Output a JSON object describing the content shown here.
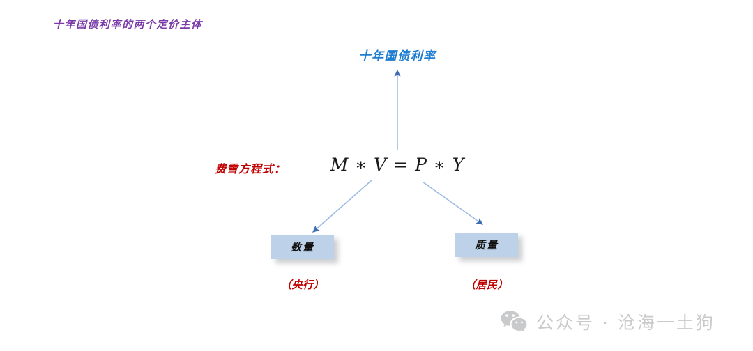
{
  "slide": {
    "title": "十年国债利率的两个定价主体",
    "title_color": "#7a3aa8",
    "background": "#ffffff"
  },
  "diagram": {
    "top_node": {
      "label": "十年国债利率",
      "color": "#1f7ed0"
    },
    "equation": {
      "caption": "费雪方程式：",
      "caption_color": "#c00000",
      "formula": "M ∗ V = P ∗ Y"
    },
    "boxes": [
      {
        "label": "数量",
        "sub_label": "（央行）",
        "fill": "#bdd2e8",
        "sub_label_color": "#c00000"
      },
      {
        "label": "质量",
        "sub_label": "（居民）",
        "fill": "#bdd2e8",
        "sub_label_color": "#c00000"
      }
    ],
    "arrows": {
      "color": "#5b8fd4",
      "up_arrow_name": "arrow-equation-to-rate",
      "left_arrow_name": "arrow-equation-to-quantity",
      "right_arrow_name": "arrow-equation-to-quality"
    }
  },
  "watermark": {
    "icon": "wechat-icon",
    "text": "公众号 · 沧海一土狗",
    "color": "#c9cacb"
  }
}
